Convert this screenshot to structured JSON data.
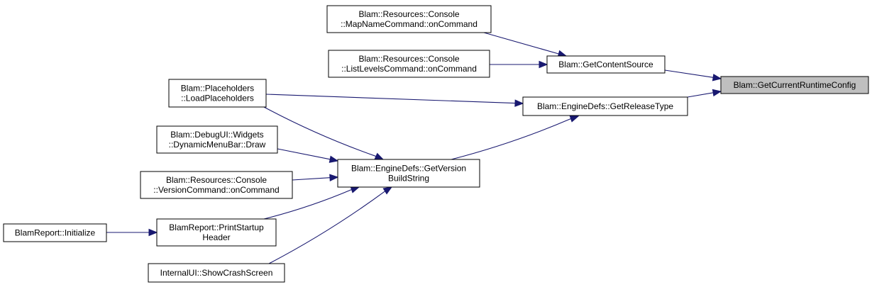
{
  "nodes": [
    {
      "id": "root",
      "lines": [
        "Blam::GetCurrentRuntimeConfig"
      ]
    },
    {
      "id": "getcontentsource",
      "lines": [
        "Blam::GetContentSource"
      ]
    },
    {
      "id": "getreleasetype",
      "lines": [
        "Blam::EngineDefs::GetReleaseType"
      ]
    },
    {
      "id": "mapnamecommand",
      "lines": [
        "Blam::Resources::Console",
        "::MapNameCommand::onCommand"
      ]
    },
    {
      "id": "listlevelscommand",
      "lines": [
        "Blam::Resources::Console",
        "::ListLevelsCommand::onCommand"
      ]
    },
    {
      "id": "loadplaceholders",
      "lines": [
        "Blam::Placeholders",
        "::LoadPlaceholders"
      ]
    },
    {
      "id": "getversionbuildstring",
      "lines": [
        "Blam::EngineDefs::GetVersion",
        "BuildString"
      ]
    },
    {
      "id": "dynamicmenubar",
      "lines": [
        "Blam::DebugUI::Widgets",
        "::DynamicMenuBar::Draw"
      ]
    },
    {
      "id": "versioncommand",
      "lines": [
        "Blam::Resources::Console",
        "::VersionCommand::onCommand"
      ]
    },
    {
      "id": "printstartupheader",
      "lines": [
        "BlamReport::PrintStartup",
        "Header"
      ]
    },
    {
      "id": "initialize",
      "lines": [
        "BlamReport::Initialize"
      ]
    },
    {
      "id": "showcrashscreen",
      "lines": [
        "InternalUI::ShowCrashScreen"
      ]
    }
  ],
  "edges": [
    {
      "from": "getcontentsource",
      "to": "root"
    },
    {
      "from": "getreleasetype",
      "to": "root"
    },
    {
      "from": "mapnamecommand",
      "to": "getcontentsource"
    },
    {
      "from": "listlevelscommand",
      "to": "getcontentsource"
    },
    {
      "from": "loadplaceholders",
      "to": "getreleasetype"
    },
    {
      "from": "getversionbuildstring",
      "to": "getreleasetype"
    },
    {
      "from": "loadplaceholders",
      "to": "getversionbuildstring"
    },
    {
      "from": "dynamicmenubar",
      "to": "getversionbuildstring"
    },
    {
      "from": "versioncommand",
      "to": "getversionbuildstring"
    },
    {
      "from": "printstartupheader",
      "to": "getversionbuildstring"
    },
    {
      "from": "showcrashscreen",
      "to": "getversionbuildstring"
    },
    {
      "from": "initialize",
      "to": "printstartupheader"
    }
  ],
  "colors": {
    "edge": "#191970",
    "root_fill": "#bfbfbf",
    "node_fill": "#ffffff",
    "node_stroke": "#000000"
  }
}
